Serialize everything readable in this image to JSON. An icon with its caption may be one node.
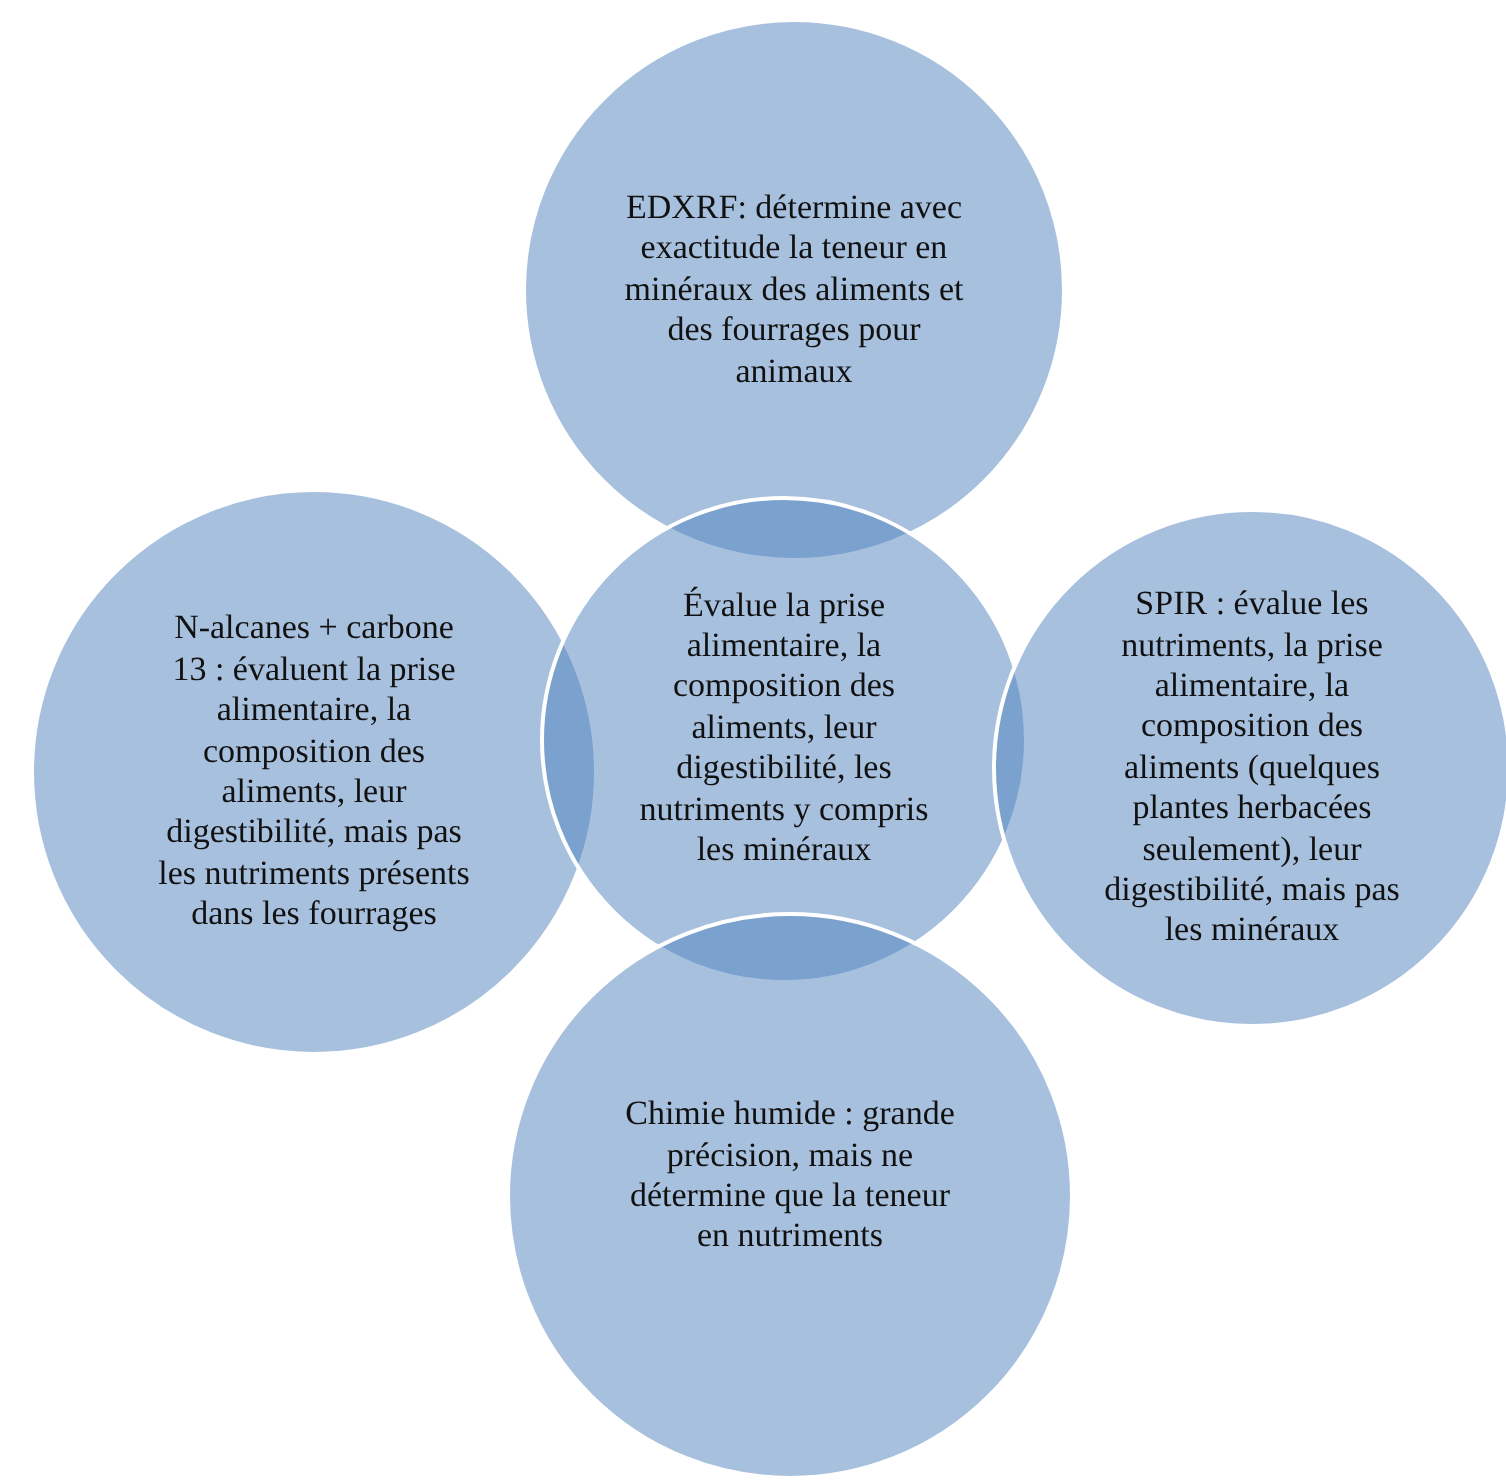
{
  "diagram": {
    "nodes": [
      {
        "text": [
          "EDXRF: détermine avec exactitude la teneur en minéraux des aliments et des fourrages pour animaux"
        ]
      },
      {
        "text": [
          "N-alcanes + carbone 13 : évaluent la prise alimentaire, la composition des aliments, leur digestibilité, mais pas les nutriments présents dans les fourrages"
        ]
      },
      {
        "text": [
          "Évalue la prise alimentaire, la composition des aliments, leur digestibilité, les nutriments y compris les minéraux"
        ]
      },
      {
        "text": [
          "SPIR : évalue les nutriments, la prise alimentaire, la composition des aliments (quelques plantes herbacées seulement), leur digestibilité, mais pas les minéraux"
        ]
      },
      {
        "text": [
          "Chimie humide : grande précision, mais ne détermine que la teneur en nutriments"
        ]
      }
    ]
  }
}
